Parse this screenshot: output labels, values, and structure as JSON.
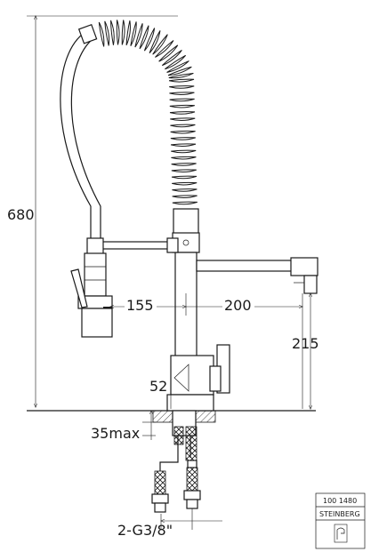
{
  "dimensions": {
    "height_total": "680",
    "reach": "200",
    "spout_offset": "155",
    "outlet_height": "215",
    "base_diameter": "52",
    "deck_thickness": "35max",
    "connection": "2-G3/8\""
  },
  "title_block": {
    "article_number": "100 1480",
    "brand": "STEINBERG"
  },
  "colors": {
    "line": "#1a1a1a",
    "background": "#ffffff"
  }
}
